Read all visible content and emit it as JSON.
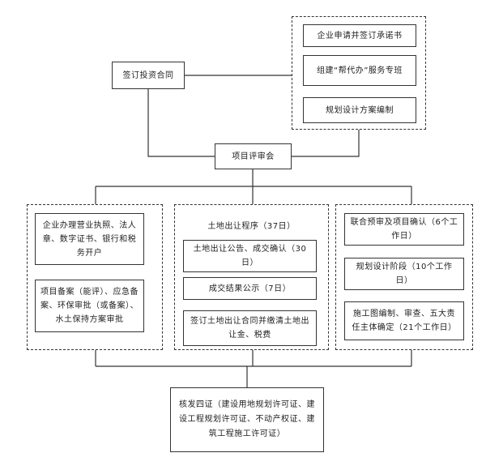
{
  "diagram": {
    "sign_contract": "签订投资合同",
    "top_group": {
      "items": [
        "企业申请并签订承诺书",
        "组建“帮代办”服务专班",
        "规划设计方案编制"
      ]
    },
    "review": "项目评审会",
    "left_group": {
      "items": [
        "企业办理营业执照、法人章、数字证书、银行和税务开户",
        "项目备案（能评）、应急备案、环保审批（或备案）、水土保持方案审批"
      ]
    },
    "middle_group": {
      "title": "土地出让程序（37日）",
      "items": [
        "土地出让公告、成交确认（30日）",
        "成交结果公示（7日）",
        "签订土地出让合同并缴清土地出让金、税费"
      ]
    },
    "right_group": {
      "items": [
        "联合预审及项目确认（6个工作日）",
        "规划设计阶段（10个工作日）",
        "施工图编制、审查、五大责任主体确定（21个工作日）"
      ]
    },
    "final": "核发四证（建设用地规划许可证、建设工程规划许可证、不动产权证、建筑工程施工许可证）"
  }
}
